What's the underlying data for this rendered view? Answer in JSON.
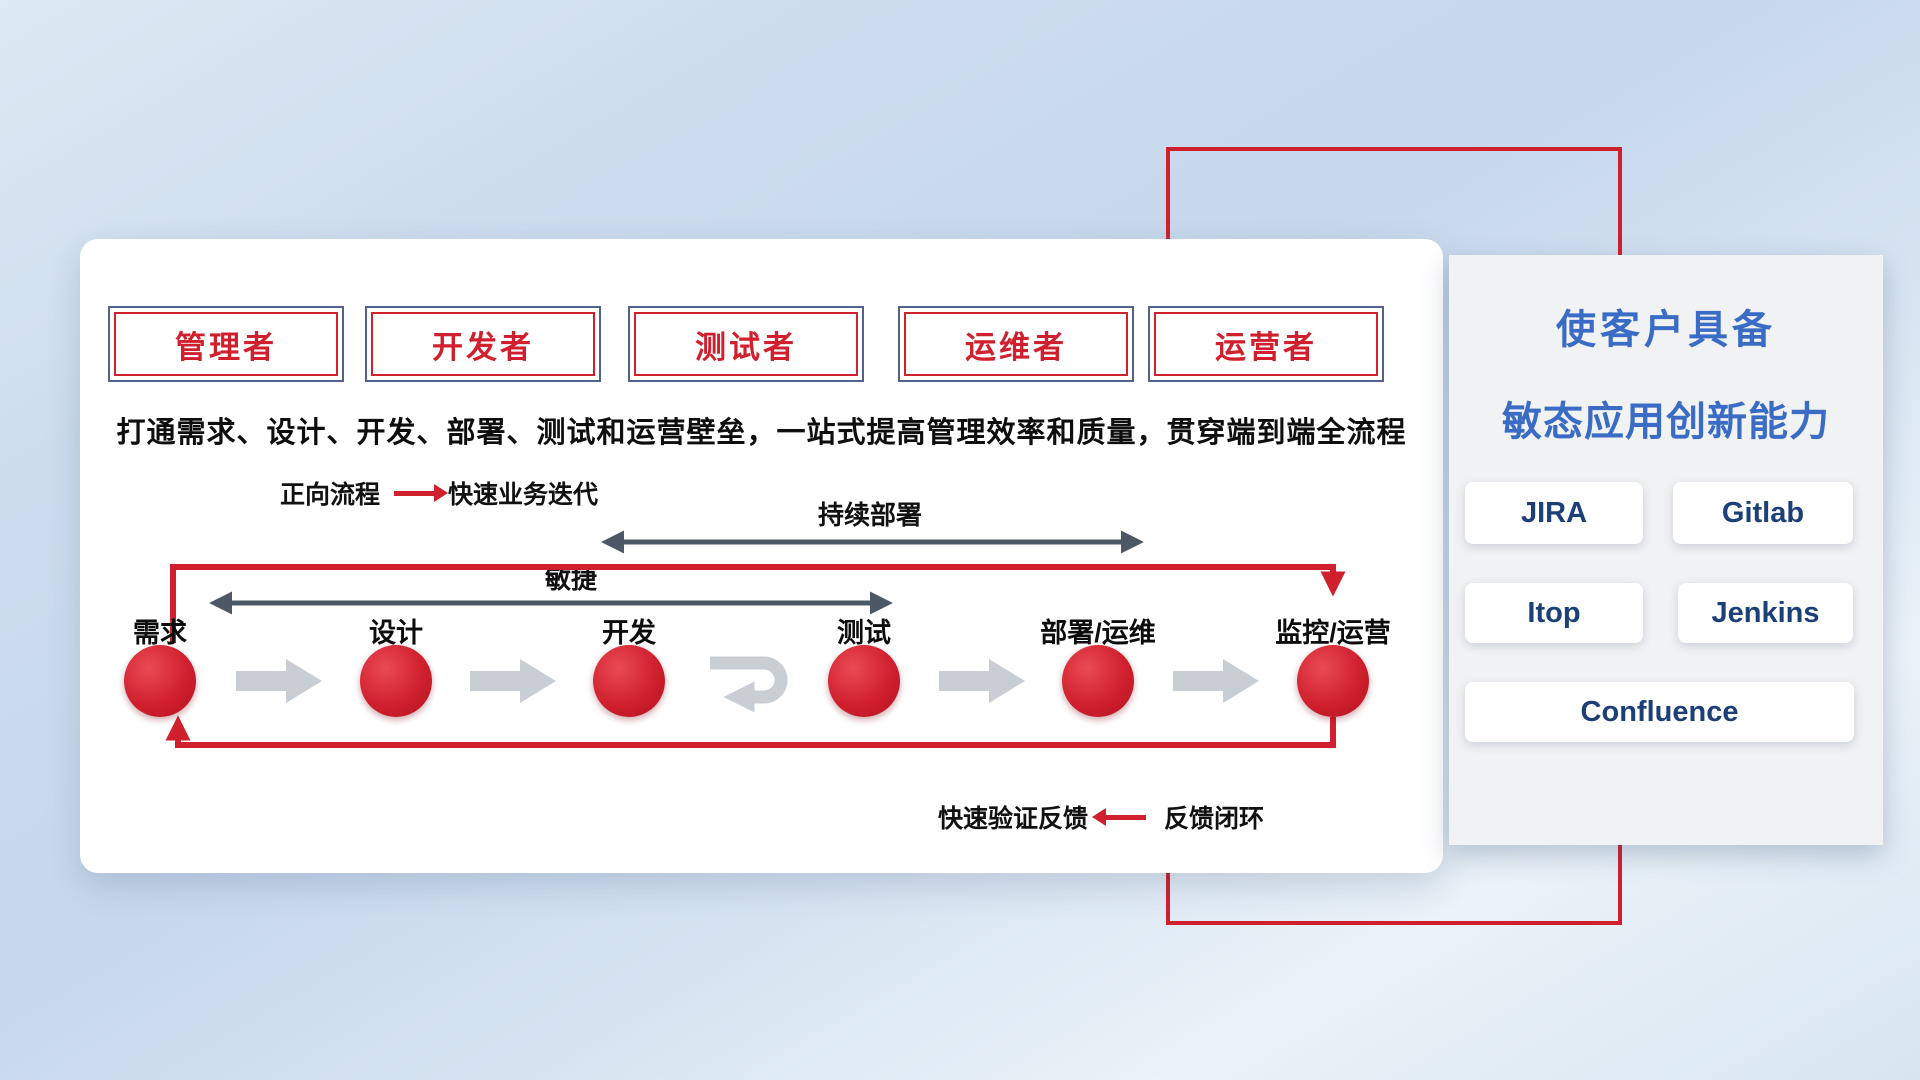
{
  "roles": [
    "管理者",
    "开发者",
    "测试者",
    "运维者",
    "运营者"
  ],
  "headline": "打通需求、设计、开发、部署、测试和运营壁垒，一站式提高管理效率和质量，贯穿端到端全流程",
  "legend": {
    "forward_label": "正向流程",
    "forward_desc": "快速业务迭代",
    "feedback_desc": "快速验证反馈",
    "feedback_label": "反馈闭环"
  },
  "flow": {
    "continuous_deploy": "持续部署",
    "agile": "敏捷",
    "stages": [
      "需求",
      "设计",
      "开发",
      "测试",
      "部署/运维",
      "监控/运营"
    ]
  },
  "panel": {
    "title_line1": "使客户具备",
    "title_line2": "敏态应用创新能力",
    "tools": [
      "JIRA",
      "Gitlab",
      "Itop",
      "Jenkins",
      "Confluence"
    ]
  },
  "colors": {
    "accent_red": "#d0202e",
    "title_blue": "#3a6cc5",
    "dark_arrow": "#4d5866",
    "gray_arrow": "#c9ced4",
    "tool_text": "#1d3f77",
    "role_border_blue": "#51628f"
  }
}
